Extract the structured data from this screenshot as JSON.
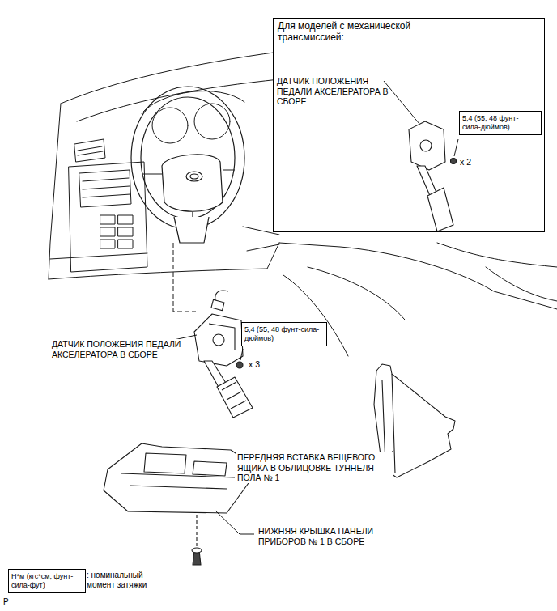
{
  "diagram": {
    "nodes": [
      {
        "text": [
          "Для моделей с механической трансмиссией:",
          "ДАТЧИК ПОЛОЖЕНИЯ ПЕДАЛИ АКСЕЛЕРАТОРА В СБОРЕ",
          "x 2"
        ]
      },
      {
        "text": [
          "5,4 (55, 48 фунт-сила-дюймов)"
        ],
        "in": 0
      },
      {
        "text": [
          "5,4 (55, 48 фунт-сила-дюймов)"
        ]
      },
      {
        "text": [
          "Н*м (кгс*см, фунт-сила-фут)"
        ]
      }
    ],
    "labels": [
      "ДАТЧИК ПОЛОЖЕНИЯ ПЕДАЛИ АКСЕЛЕРАТОРА В СБОРЕ",
      "x 3",
      "ПЕРЕДНЯЯ ВСТАВКА ВЕЩЕВОГО ЯЩИКА В ОБЛИЦОВКЕ ТУННЕЛЯ ПОЛА № 1",
      "НИЖНЯЯ КРЫШКА ПАНЕЛИ ПРИБОРОВ № 1 В СБОРЕ",
      ": номинальный момент затяжки",
      "P"
    ]
  }
}
